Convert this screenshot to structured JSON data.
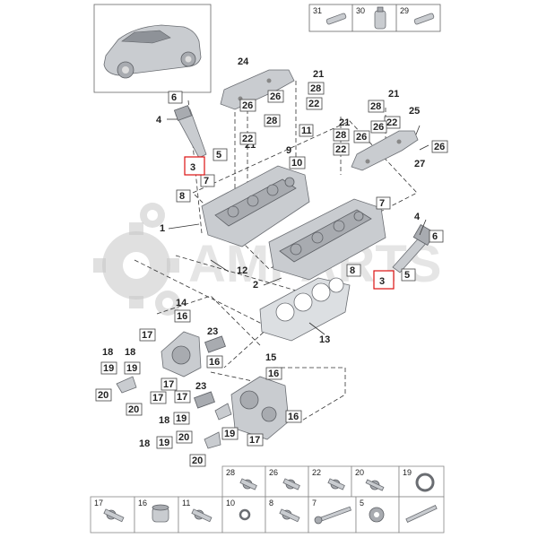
{
  "watermark": {
    "text": "AMPARTS"
  },
  "highlight_color": "#dd1111",
  "top_strip": [
    "31",
    "30",
    "29"
  ],
  "bottom_row_1": [
    "28",
    "26",
    "22",
    "20",
    "19"
  ],
  "bottom_row_2": [
    "17",
    "16",
    "11",
    "10",
    "8",
    "7",
    "5"
  ],
  "callouts": {
    "c1": "1",
    "c2": "2",
    "c3a": "3",
    "c3b": "3",
    "c4a": "4",
    "c4b": "4",
    "c5a": "5",
    "c5b": "5",
    "c6a": "6",
    "c6b": "6",
    "c7a": "7",
    "c7b": "7",
    "c8a": "8",
    "c8b": "8",
    "c9": "9",
    "c10": "10",
    "c11": "11",
    "c12": "12",
    "c13": "13",
    "c14": "14",
    "c15": "15",
    "c16a": "16",
    "c16b": "16",
    "c16c": "16",
    "c16d": "16",
    "c17a": "17",
    "c17b": "17",
    "c17c": "17",
    "c17d": "17",
    "c17e": "17",
    "c18a": "18",
    "c18b": "18",
    "c18c": "18",
    "c18d": "18",
    "c19a": "19",
    "c19b": "19",
    "c19c": "19",
    "c19d": "19",
    "c19e": "19",
    "c20a": "20",
    "c20b": "20",
    "c20c": "20",
    "c20d": "20",
    "c21a": "21",
    "c21b": "21",
    "c21c": "21",
    "c21d": "21",
    "c22a": "22",
    "c22b": "22",
    "c22c": "22",
    "c22d": "22",
    "c23a": "23",
    "c23b": "23",
    "c24": "24",
    "c25": "25",
    "c26a": "26",
    "c26b": "26",
    "c26c": "26",
    "c26d": "26",
    "c26e": "26",
    "c27": "27",
    "c28a": "28",
    "c28b": "28",
    "c28c": "28",
    "c28d": "28"
  }
}
